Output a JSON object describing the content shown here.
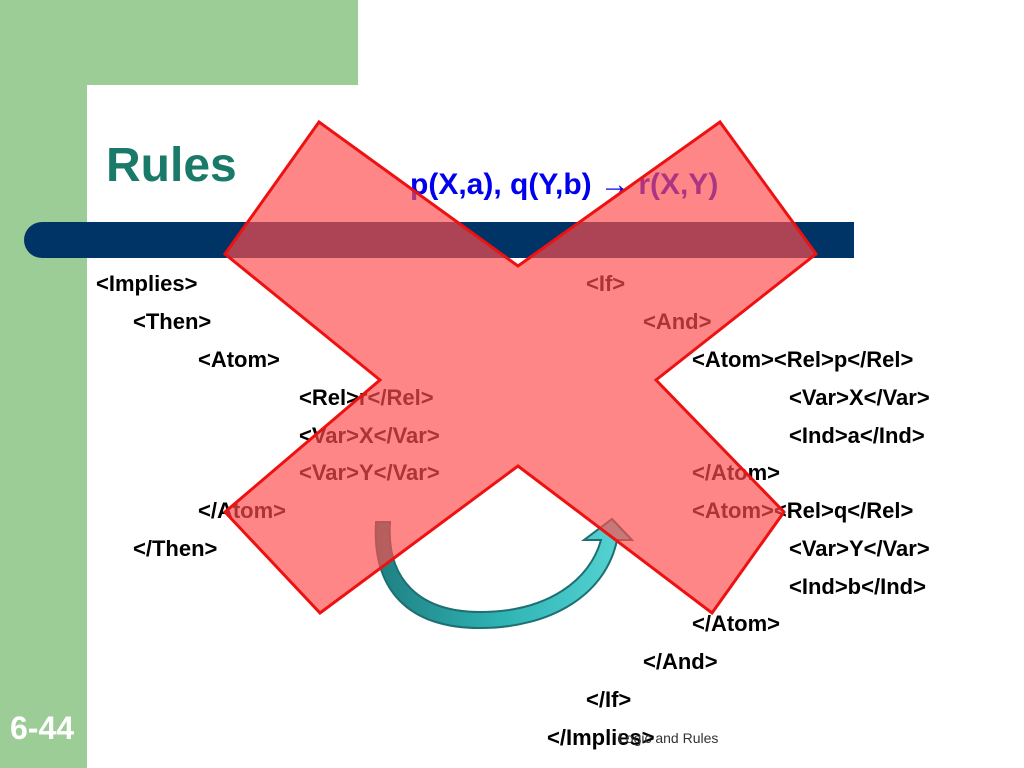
{
  "title": "Rules",
  "formula": {
    "premise": "p(X,a), q(Y,b)",
    "arrow": "→",
    "conclusion": "r(X,Y)"
  },
  "left_code": [
    "<Implies>",
    "<Then>",
    "<Atom>",
    "<Rel>r</Rel>",
    "<Var>X</Var>",
    "<Var>Y</Var>",
    "</Atom>",
    "</Then>"
  ],
  "right_code": [
    "<If>",
    "<And>",
    "<Atom><Rel>p</Rel>",
    "<Var>X</Var>",
    "<Ind>a</Ind>",
    "</Atom>",
    "<Atom><Rel>q</Rel>",
    "<Var>Y</Var>",
    "<Ind>b</Ind>",
    "</Atom>",
    "</And>",
    "</If>",
    "</Implies>"
  ],
  "slide_number": "6-44",
  "footer_text": "Logic and Rules",
  "colors": {
    "background_green": "#9dcd97",
    "title": "#1a7a6a",
    "formula": "#0000ee",
    "bar": "#003366",
    "cross_fill": "#ff4d4d",
    "cross_stroke": "#ee1111",
    "arrow": "#2aa8a8"
  },
  "icons": [
    "cross-mark-icon",
    "curved-arrow-icon"
  ]
}
